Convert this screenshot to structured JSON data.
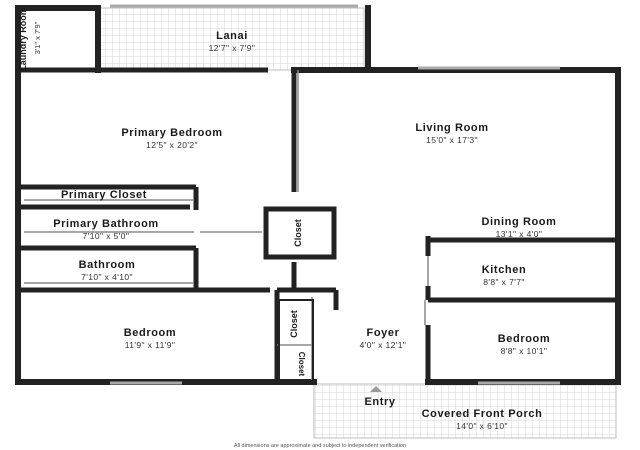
{
  "rooms": {
    "laundry": {
      "name": "Laundry Room",
      "dims": "3'1\" x 7'9\""
    },
    "lanai": {
      "name": "Lanai",
      "dims": "12'7\" x 7'9\""
    },
    "primary_bedroom": {
      "name": "Primary Bedroom",
      "dims": "12'5\" x 20'2\""
    },
    "living_room": {
      "name": "Living Room",
      "dims": "15'0\" x 17'3\""
    },
    "primary_closet": {
      "name": "Primary Closet"
    },
    "primary_bathroom": {
      "name": "Primary Bathroom",
      "dims": "7'10\" x 5'0\""
    },
    "closet_hall": {
      "name": "Closet"
    },
    "dining_room": {
      "name": "Dining Room",
      "dims": "13'1\" x 4'0\""
    },
    "bathroom": {
      "name": "Bathroom",
      "dims": "7'10\" x 4'10\""
    },
    "kitchen": {
      "name": "Kitchen",
      "dims": "8'8\" x 7'7\""
    },
    "closet_upper": {
      "name": "Closet"
    },
    "closet_lower": {
      "name": "Closet"
    },
    "bedroom_left": {
      "name": "Bedroom",
      "dims": "11'9\" x 11'9\""
    },
    "foyer": {
      "name": "Foyer",
      "dims": "4'0\" x 12'1\""
    },
    "bedroom_right": {
      "name": "Bedroom",
      "dims": "8'8\" x 10'1\""
    },
    "entry": {
      "name": "Entry"
    },
    "porch": {
      "name": "Covered Front Porch",
      "dims": "14'0\" x 6'10\""
    }
  },
  "disclaimer": "All dimensions are approximate and subject to independent verification",
  "watermark": "",
  "colors": {
    "wall": "#222222",
    "thin_wall": "#9a9a9a",
    "hatch": "#cfcfcf",
    "window": "#aaaaaa",
    "entry_arrow": "#999999"
  }
}
